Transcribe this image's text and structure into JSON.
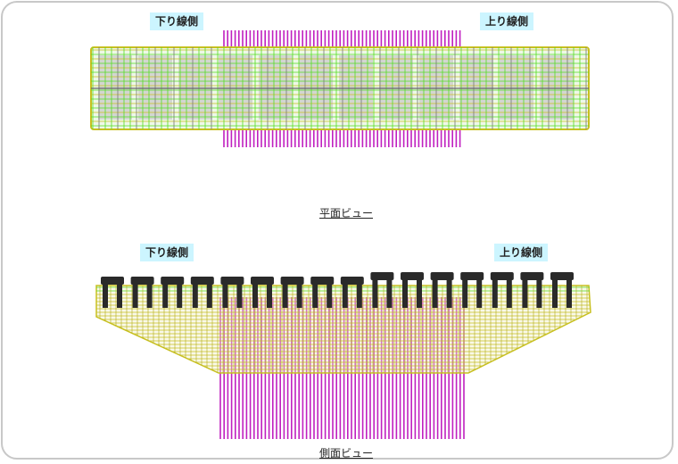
{
  "plan_view": {
    "caption": "平面ビュー",
    "label_left": "下り線側",
    "label_right": "上り線側"
  },
  "side_view": {
    "caption": "側面ビュー",
    "label_left": "下り線側",
    "label_right": "上り線側",
    "pier_count": 16
  },
  "colors": {
    "rebar_green": "#55dd22",
    "rebar_yellow": "#c8c020",
    "pile_magenta": "#c020c0",
    "pier_black": "#2a2a2a",
    "label_bg": "#ccf5ff"
  }
}
